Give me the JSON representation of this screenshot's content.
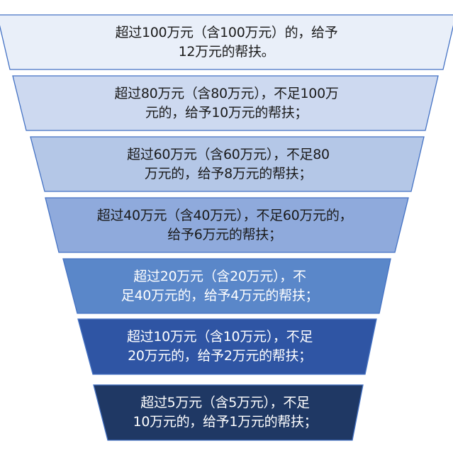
{
  "funnel": {
    "stroke_color": "#4472c4",
    "tiers": [
      {
        "lines": [
          "超过100万元（含100万元）的，给予",
          "12万元的帮扶。"
        ],
        "fill": "#e9eff9",
        "text_color": "#1a1a1a"
      },
      {
        "lines": [
          "超过80万元（含80万元），不足100万",
          "元的，给予10万元的帮扶；"
        ],
        "fill": "#cdd9f0",
        "text_color": "#1a1a1a"
      },
      {
        "lines": [
          "超过60万元（含60万元），不足80",
          "万元的，给予8万元的帮扶；"
        ],
        "fill": "#b4c7e7",
        "text_color": "#1a1a1a"
      },
      {
        "lines": [
          "超过40万元（含40万元），不足60万元的，",
          "给予6万元的帮扶；"
        ],
        "fill": "#8faadc",
        "text_color": "#1a1a1a"
      },
      {
        "lines": [
          "超过20万元（含20万元），不",
          "足40万元的，给予4万元的帮扶；"
        ],
        "fill": "#5a87c9",
        "text_color": "#ffffff"
      },
      {
        "lines": [
          "超过10万元（含10万元），不足",
          "20万元的，给予2万元的帮扶；"
        ],
        "fill": "#2f55a4",
        "text_color": "#ffffff"
      },
      {
        "lines": [
          "超过5万元（含5万元），不足",
          "10万元的，给予1万元的帮扶；"
        ],
        "fill": "#1f3864",
        "text_color": "#ffffff"
      }
    ]
  }
}
